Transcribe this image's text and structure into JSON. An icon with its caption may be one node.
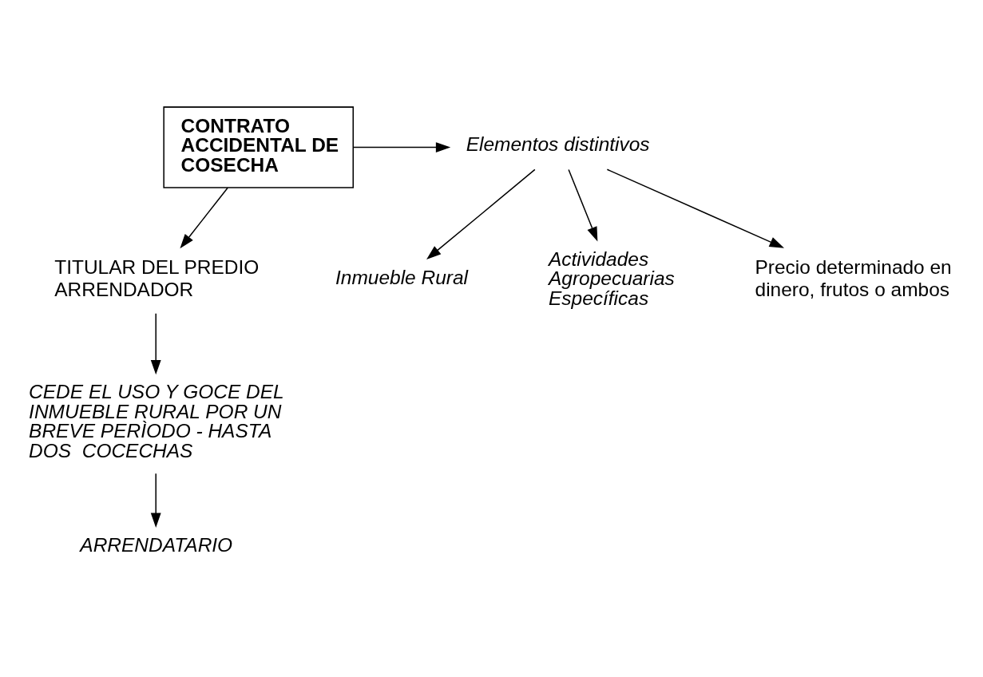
{
  "diagram": {
    "nodes": [
      {
        "text": [
          "CONTRATO ACCIDENTAL DE COSECHA"
        ]
      },
      {
        "text": [
          "Elementos distintivos"
        ]
      },
      {
        "text": [
          "Inmueble Rural"
        ]
      },
      {
        "text": [
          "Actividades Agropecuarias Específicas"
        ]
      },
      {
        "text": [
          "Precio determinado en dinero, frutos o ambos"
        ]
      },
      {
        "text": [
          "TITULAR DEL PREDIO ARRENDADOR"
        ]
      },
      {
        "text": [
          "CEDE EL USO Y GOCE DEL INMUEBLE RURAL POR UN BREVE PERÌODO - HASTA DOS  COCECHAS"
        ]
      },
      {
        "text": [
          "ARRENDATARIO"
        ]
      }
    ],
    "edges": [
      {
        "from": 0,
        "to": 1,
        "arrow": "to"
      },
      {
        "from": 1,
        "to": 2,
        "arrow": "to"
      },
      {
        "from": 1,
        "to": 3,
        "arrow": "to"
      },
      {
        "from": 1,
        "to": 4,
        "arrow": "to"
      },
      {
        "from": 0,
        "to": 5,
        "arrow": "to"
      },
      {
        "from": 5,
        "to": 6,
        "arrow": "to"
      },
      {
        "from": 6,
        "to": 7,
        "arrow": "to"
      }
    ]
  }
}
